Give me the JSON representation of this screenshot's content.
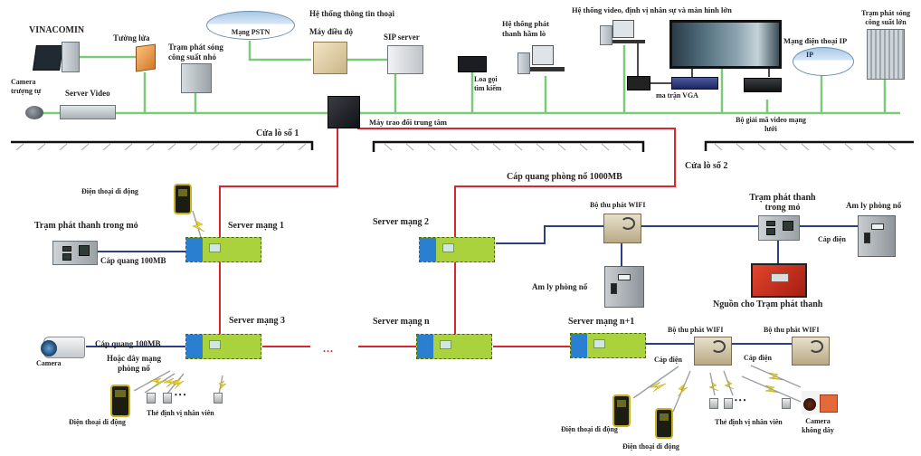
{
  "title": "Sơ đồ hệ thống thông tin liên lạc, định vị và giám sát mỏ hầm lò",
  "surface": {
    "vinacomin": "VINACOMIN",
    "firewall": "Tường lửa",
    "small_radio_station": "Trạm phát sóng công suất nhỏ",
    "pstn_cloud": "Mạng PSTN",
    "telephone_system": "Hệ thống thông tin thoại",
    "dispatcher": "Máy điều độ",
    "sip_server": "SIP server",
    "paging_speaker": "Loa gọi tìm kiếm",
    "broadcast_system": "Hệ thống phát thanh hầm lò",
    "video_system": "Hệ thống video, định vị nhân sự và màn hình lớn",
    "vga_matrix": "ma trận VGA",
    "video_decoder": "Bộ giải mã video mạng lưới",
    "ip_phone_network": "Mạng điện thoại IP",
    "ip_cloud": "IP",
    "large_radio_station": "Trạm phát sóng công suất lớn",
    "pt_camera": "Camera trượng tự",
    "server_video": "Server Video",
    "core_switch": "Máy trao đổi trung tâm"
  },
  "portals": {
    "portal1": "Cửa lò số 1",
    "portal2": "Cửa lò số 2"
  },
  "underground": {
    "fiber_1000": "Cáp quang phòng nổ 1000MB",
    "mobile_phone": "Điện thoại di động",
    "server1": "Server mạng 1",
    "server2": "Server mạng 2",
    "server3": "Server mạng 3",
    "server_n": "Server mạng n",
    "server_n1": "Server mạng n+1",
    "broadcast_station": "Trạm phát thanh trong mỏ",
    "fiber_100": "Cáp quang 100MB",
    "fiber_100_alt": "Hoặc dây mạng phòng nổ",
    "camera": "Camera",
    "staff_tag": "Thẻ định vị nhân viên",
    "wifi": "Bộ thu phát WIFI",
    "explosion_proof_amp": "Am ly phòng nổ",
    "power_cable": "Cáp điện",
    "broadcast_psu": "Nguồn cho Trạm phát thanh",
    "wireless_camera": "Camera không dây",
    "ellipsis": "...",
    "tag_dots": "•  •  •"
  },
  "colors": {
    "ethernet_green": "#7cc97a",
    "fiber_red": "#d9272f",
    "cable_blue": "#2b3f86",
    "ground_black": "#111111",
    "lightning_yellow": "#e8d531"
  }
}
